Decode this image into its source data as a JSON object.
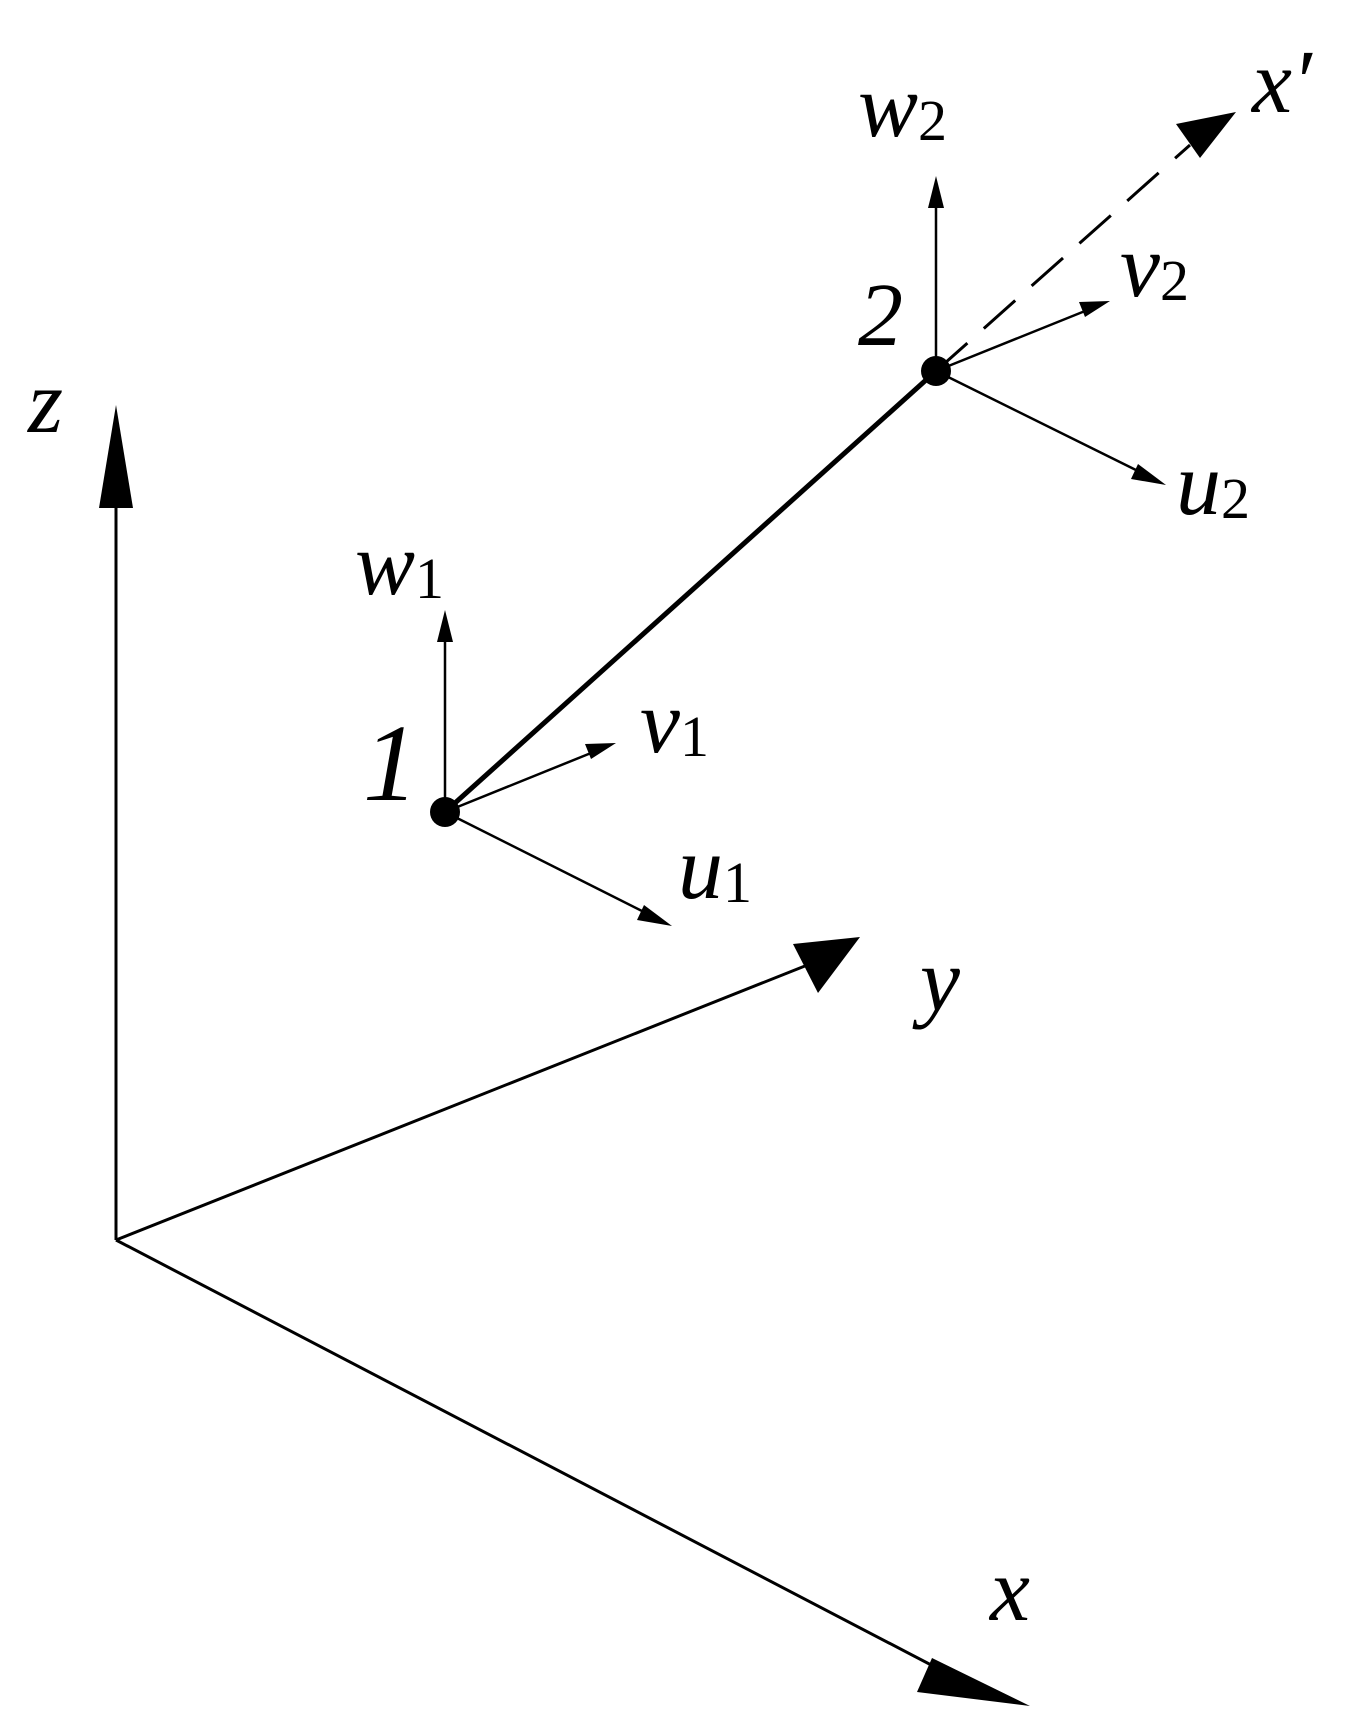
{
  "colors": {
    "ink": "#000000",
    "background": "#ffffff"
  },
  "global_axes": {
    "x": "x",
    "y": "y",
    "z": "z"
  },
  "local_axis": {
    "label": "x′"
  },
  "nodes": [
    {
      "label": "1",
      "w": {
        "base": "w",
        "sub": "1"
      },
      "v": {
        "base": "v",
        "sub": "1"
      },
      "u": {
        "base": "u",
        "sub": "1"
      }
    },
    {
      "label": "2",
      "w": {
        "base": "w",
        "sub": "2"
      },
      "v": {
        "base": "v",
        "sub": "2"
      },
      "u": {
        "base": "u",
        "sub": "2"
      }
    }
  ]
}
